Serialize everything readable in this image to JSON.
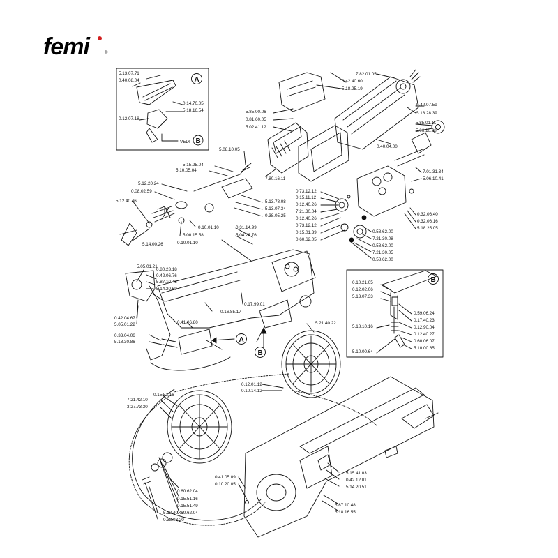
{
  "brand": {
    "name": "femi",
    "reg": "®"
  },
  "inset_a": {
    "marker": "A",
    "labels": [
      "5.13.07.71",
      "0.40.08.04",
      "0.14.70.05",
      "5.18.16.54",
      "0.12.07.18"
    ],
    "vedi_text": "VEDI",
    "vedi_target": "B"
  },
  "inset_b": {
    "marker": "B",
    "labels_left": [
      "0.10.21.05",
      "0.12.02.06",
      "5.13.07.33",
      "5.18.10.16",
      "5.10.00.64"
    ],
    "labels_right": [
      "0.59.06.24",
      "0.17.40.23",
      "0.12.90.04",
      "0.12.40.27",
      "0.60.06.07",
      "5.10.00.65"
    ]
  },
  "callout_markers": {
    "a": "A",
    "b": "B"
  },
  "labels": {
    "l_7_82_01_05": "7.82.01.05",
    "l_0_42_40_60": "0.42.40.60",
    "l_5_18_25_19": "5.18.25.19",
    "l_0_42_07_59": "0.42.07.59",
    "l_5_18_28_39": "5.18.28.39",
    "l_5_85_00_06": "5.85.00.06",
    "l_0_81_60_05": "0.81.60.05",
    "l_5_02_41_12": "5.02.41.12",
    "l_5_85_01_11": "5.85.01.11",
    "l_5_06_10_38": "5.06.10.38",
    "l_0_40_04_00": "0.40.04.00",
    "l_5_08_10_05": "5.08.10.05",
    "l_5_15_95_04": "5.15.95.04",
    "l_5_10_05_04": "5.10.05.04",
    "l_7_80_16_11": "7.80.16.11",
    "l_7_01_31_34": "7.01.31.34",
    "l_5_06_10_41": "5.06.10.41",
    "l_5_12_20_24": "5.12.20.24",
    "l_0_08_02_59": "0.08.02.59",
    "l_0_73_12_12": "0.73.12.12",
    "l_0_15_11_12": "0.15.11.12",
    "l_0_12_40_26": "0.12.40.26",
    "l_7_21_30_04": "7.21.30.04",
    "l_0_12_40_26b": "0.12.40.26",
    "l_0_73_12_12b": "0.73.12.12",
    "l_0_15_01_39": "0.15.01.39",
    "l_0_60_62_05": "0.60.62.05",
    "l_5_12_40_46": "5.12.40.46",
    "l_5_13_78_08": "5.13.78.08",
    "l_5_13_07_34": "5.13.07.34",
    "l_0_38_05_25": "0.38.05.25",
    "l_0_32_06_40": "0.32.06.40",
    "l_0_32_06_16": "0.32.06.16",
    "l_5_18_25_05": "5.18.25.05",
    "l_0_10_01_10": "0.10.01.10",
    "l_5_00_15_58": "5.00.15.58",
    "l_0_10_01_10b": "0.10.01.10",
    "l_5_14_00_26": "5.14.00.26",
    "l_0_31_14_99": "0.31.14.99",
    "l_5_04_26_76": "5.04.26.76",
    "l_0_58_62_00": "0.58.62.00",
    "l_7_21_30_08": "7.21.30.08",
    "l_0_58_62_00b": "0.58.62.00",
    "l_7_21_30_05": "7.21.30.05",
    "l_0_58_62_00c": "0.58.62.00",
    "l_5_05_01_21": "5.05.01.21",
    "l_0_80_23_18": "0.80.23.18",
    "l_0_42_06_76": "0.42.06.76",
    "l_5_87_10_48": "5.87.10.48",
    "l_5_14_20_69": "5.14.20.69",
    "l_0_42_04_67": "0.42.04.67",
    "l_5_05_01_22": "5.05.01.22",
    "l_0_16_85_17": "0.16.85.17",
    "l_0_17_99_01": "0.17.99.01",
    "l_0_41_06_80": "0.41.06.80",
    "l_0_33_04_06": "0.33.04.06",
    "l_5_18_30_86": "5.18.30.86",
    "l_5_21_40_22": "5.21.40.22",
    "l_0_12_01_12": "0.12.01.12",
    "l_0_10_14_12": "0.10.14.12",
    "l_0_15_51_16": "0.15.51.16",
    "l_7_21_42_10": "7.21.42.10",
    "l_3_27_73_30": "3.27.73.30",
    "l_0_41_05_09": "0.41.05.09",
    "l_0_10_20_05": "0.10.20.05",
    "l_5_15_41_03": "5.15.41.03",
    "l_0_42_12_01": "0.42.12.01",
    "l_5_14_20_51": "5.14.20.51",
    "l_0_60_62_04": "0.60.62.04",
    "l_0_15_51_16b": "0.15.51.16",
    "l_0_15_51_49": "0.15.51.49",
    "l_0_60_62_04b": "0.60.62.04",
    "l_5_12_40_47": "5.12.40.47",
    "l_0_38_08_20": "0.38.08.20",
    "l_5_87_10_48b": "5.87.10.48",
    "l_5_18_16_55": "5.18.16.55"
  }
}
